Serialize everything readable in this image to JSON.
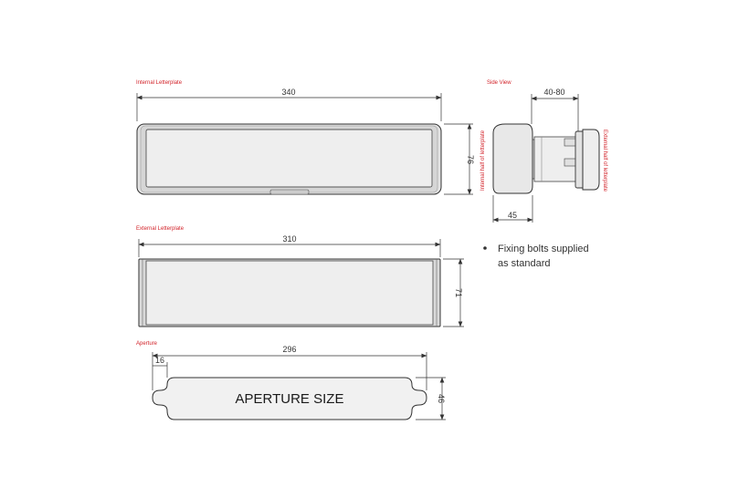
{
  "labels": {
    "internal": "Internal Letterplate",
    "side_view": "Side View",
    "external": "External Letterplate",
    "aperture": "Aperture",
    "internal_half": "Internal half of letterplate",
    "external_half": "External half of letterplate"
  },
  "dimensions": {
    "internal_width": "340",
    "internal_height": "76",
    "side_depth": "40-80",
    "side_width": "45",
    "external_width": "310",
    "external_height": "71",
    "aperture_width": "296",
    "aperture_height": "46",
    "aperture_lobe": "16"
  },
  "aperture_text": "APERTURE SIZE",
  "notes": [
    "Fixing bolts supplied",
    "as standard"
  ],
  "colors": {
    "label": "#d2232a",
    "line": "#333333",
    "panel": "#eeeeee",
    "frame": "#d9d9d9"
  }
}
